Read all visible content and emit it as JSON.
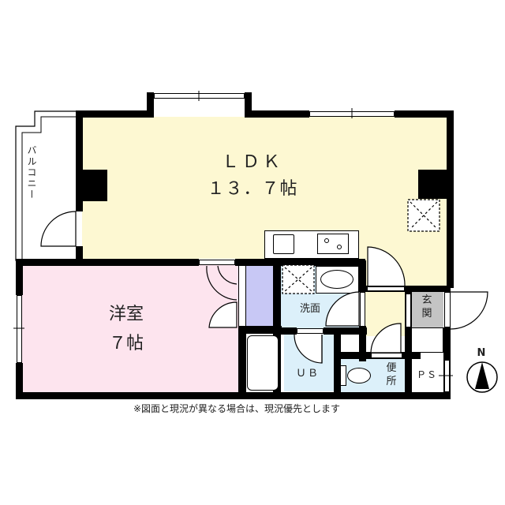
{
  "floorplan": {
    "rooms": {
      "ldk": {
        "name": "ＬＤＫ",
        "size": "１３．７帖",
        "color": "#fdf8d2"
      },
      "western": {
        "name": "洋室",
        "size": "７帖",
        "color": "#fde4ee"
      },
      "washroom": {
        "name": "洗面",
        "color": "#dcf0fa"
      },
      "unit_bath": {
        "name": "ＵＢ",
        "color": "#dcf0fa"
      },
      "toilet": {
        "name_top": "便",
        "name_bottom": "所",
        "color": "#dcf0fa"
      },
      "entrance": {
        "name_top": "玄",
        "name_bottom": "関",
        "color": "#c4c4c4"
      },
      "closet": {
        "color": "#c8c8f5"
      },
      "pipe_space": {
        "name": "ＰＳ"
      },
      "balcony": {
        "name": "バルコニー"
      }
    },
    "compass": {
      "label": "N"
    },
    "note": "※図面と現況が異なる場合は、現況優先とします"
  }
}
